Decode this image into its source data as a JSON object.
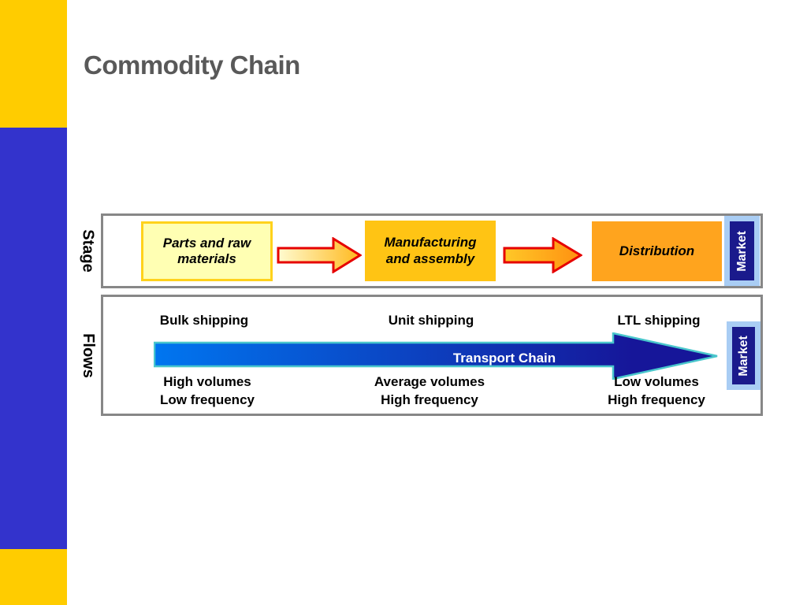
{
  "title": "Commodity Chain",
  "stage_row": {
    "label": "Stage",
    "parts_box": "Parts and raw\nmaterials",
    "manufacturing_box": "Manufacturing\nand assembly",
    "distribution_box": "Distribution",
    "market_label": "Market"
  },
  "flows_row": {
    "label": "Flows",
    "bulk_shipping": "Bulk shipping",
    "unit_shipping": "Unit shipping",
    "ltl_shipping": "LTL shipping",
    "transport_chain": "Transport Chain",
    "bulk_note": "High volumes\nLow frequency",
    "unit_note": "Average volumes\nHigh frequency",
    "ltl_note": "Low volumes\nHigh frequency",
    "market_label": "Market"
  },
  "colors": {
    "sidebar_yellow": "#FFCC00",
    "sidebar_blue": "#3333CC",
    "title_gray": "#595959",
    "frame_gray": "#878787",
    "parts_fill": "#FFFFB3",
    "parts_border": "#FFD21C",
    "manufacturing_fill": "#FFC414",
    "distribution_fill": "#FFA41E",
    "stage_arrow_border_red": "#E60000",
    "stage_arrow1_gradient": [
      "#FFFBD0",
      "#FFB91E"
    ],
    "stage_arrow2_gradient": [
      "#FFC828",
      "#FF9010"
    ],
    "market_navy": "#1A1A8C",
    "market_light_blue_border": "#A9CDF4",
    "transport_arrow_gradient": [
      "#0076F0",
      "#161699"
    ],
    "transport_arrow_border": "#49C6CC"
  }
}
